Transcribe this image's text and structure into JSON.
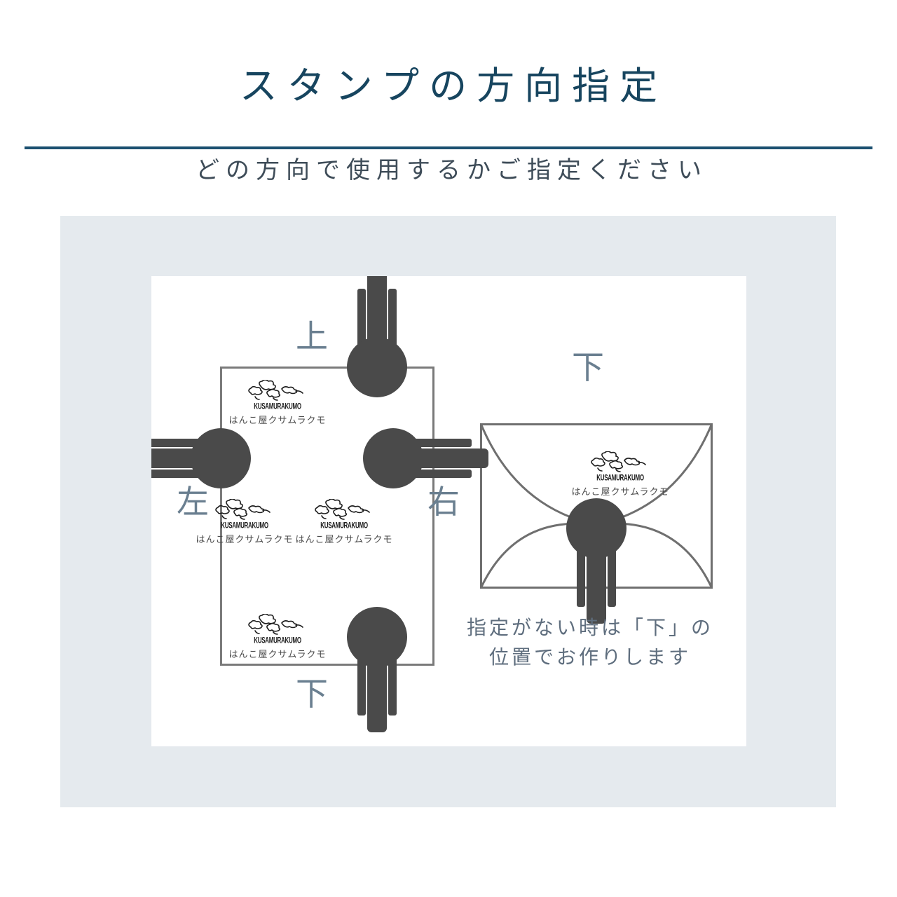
{
  "header": {
    "title": "スタンプの方向指定",
    "subtitle": "どの方向で使用するかご指定ください",
    "title_color": "#17455f",
    "divider_color": "#1b5070",
    "subtitle_color": "#3e4c58"
  },
  "diagram": {
    "panel_background": "#e5eaee",
    "canvas_background": "#ffffff",
    "stamp_color": "#4a4a4a",
    "outline_color": "#7a7a7a",
    "label_color": "#6a7f90",
    "direction_labels": {
      "top": "上",
      "left": "左",
      "right": "右",
      "bottom": "下",
      "envelope": "下"
    },
    "stamps": [
      {
        "position": "top",
        "direction": "up",
        "label": "上"
      },
      {
        "position": "left",
        "direction": "left",
        "label": "左"
      },
      {
        "position": "right",
        "direction": "right",
        "label": "右"
      },
      {
        "position": "bottom",
        "direction": "down",
        "label": "下"
      },
      {
        "position": "envelope-center",
        "direction": "down",
        "label": "下"
      }
    ],
    "logo": {
      "roman": "KUSAMURAKUMO",
      "kana": "はんこ屋クサムラクモ",
      "occurrences": 5
    },
    "note_lines": [
      "指定がない時は「下」の",
      "位置でお作りします"
    ],
    "note_color": "#5f6e7e"
  }
}
